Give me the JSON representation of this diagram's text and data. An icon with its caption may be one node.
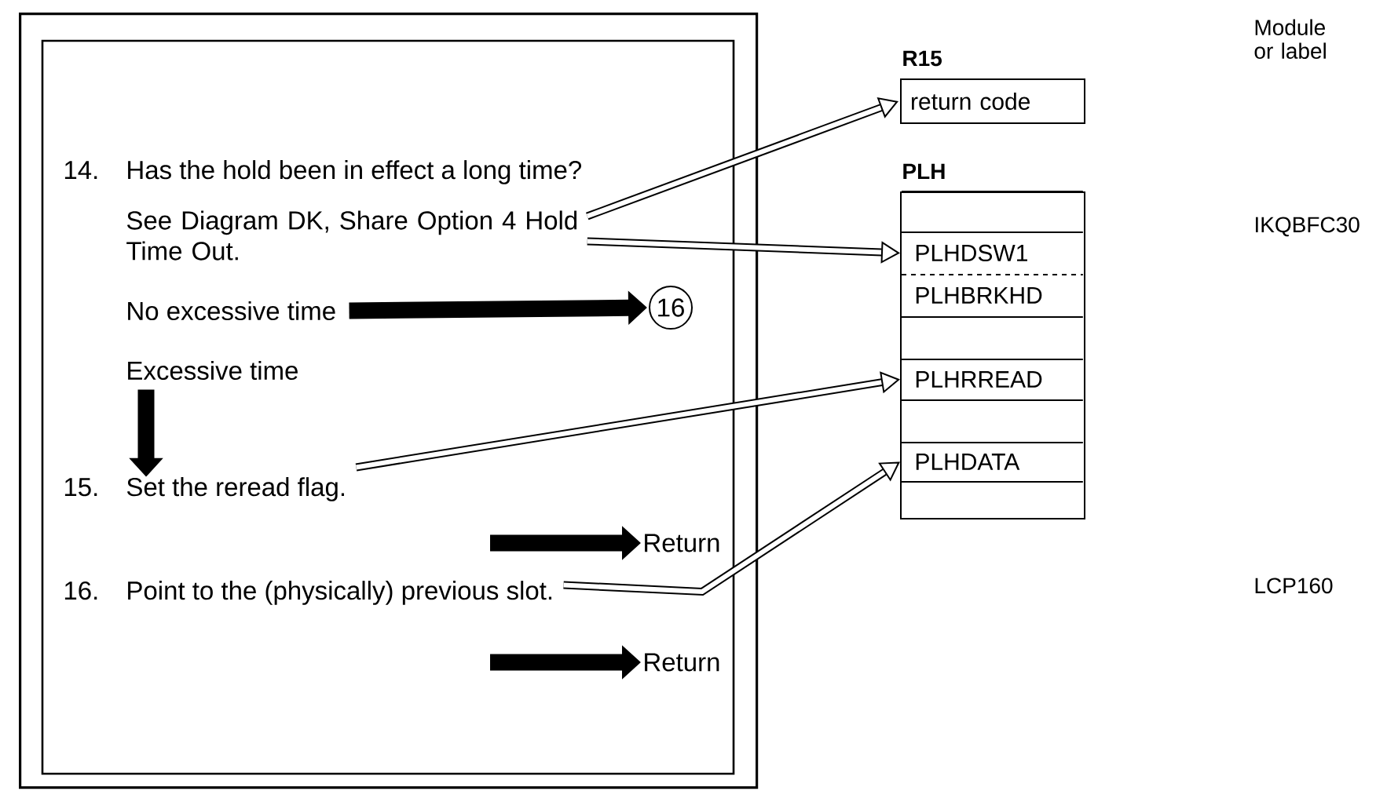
{
  "diagram": {
    "nodes": [
      {
        "text": [],
        "shape": "box"
      },
      {
        "text": [
          "14.",
          "Has the hold been in effect a long time?",
          "See Diagram DK, Share Option 4 Hold Time Out."
        ],
        "in": 0
      },
      {
        "text": [
          "No excessive time"
        ],
        "in": 0
      },
      {
        "text": [
          "16"
        ],
        "in": 0
      },
      {
        "text": [
          "Excessive time"
        ],
        "in": 0
      },
      {
        "text": [
          "15.",
          "Set the reread flag."
        ],
        "in": 0
      },
      {
        "text": [
          "Return"
        ],
        "in": 0
      },
      {
        "text": [
          "16.",
          "Point to the (physically) previous slot."
        ],
        "in": 0
      },
      {
        "text": [
          "Return"
        ],
        "in": 0
      },
      {
        "text": [
          "R15",
          "return code"
        ]
      },
      {
        "text": [
          "PLH"
        ]
      },
      {
        "text": [],
        "shape": "box",
        "in": 10
      },
      {
        "text": [
          "PLHDSW1"
        ],
        "in": 10
      },
      {
        "text": [
          "PLHBRKHD"
        ],
        "in": 10
      },
      {
        "text": [],
        "shape": "box",
        "in": 10
      },
      {
        "text": [
          "PLHRREAD"
        ],
        "in": 10
      },
      {
        "text": [],
        "shape": "box",
        "in": 10
      },
      {
        "text": [
          "PLHDATA"
        ],
        "in": 10
      },
      {
        "text": [],
        "shape": "box",
        "in": 10
      }
    ],
    "edges": [
      {
        "from": 1,
        "to": 9,
        "arrow": "to"
      },
      {
        "from": 1,
        "to": 12,
        "arrow": "to"
      },
      {
        "from": 2,
        "to": 3,
        "arrow": "to",
        "style": "thick"
      },
      {
        "from": 4,
        "to": 5,
        "arrow": "to",
        "style": "thick"
      },
      {
        "from": 5,
        "to": 15,
        "arrow": "to"
      },
      {
        "from": null,
        "to": 6,
        "arrow": "to",
        "style": "thick"
      },
      {
        "from": 7,
        "to": 17,
        "arrow": "to"
      },
      {
        "from": null,
        "to": 8,
        "arrow": "to",
        "style": "thick"
      }
    ],
    "labels": [
      "Module or label",
      "IKQBFC30",
      "LCP160"
    ]
  }
}
